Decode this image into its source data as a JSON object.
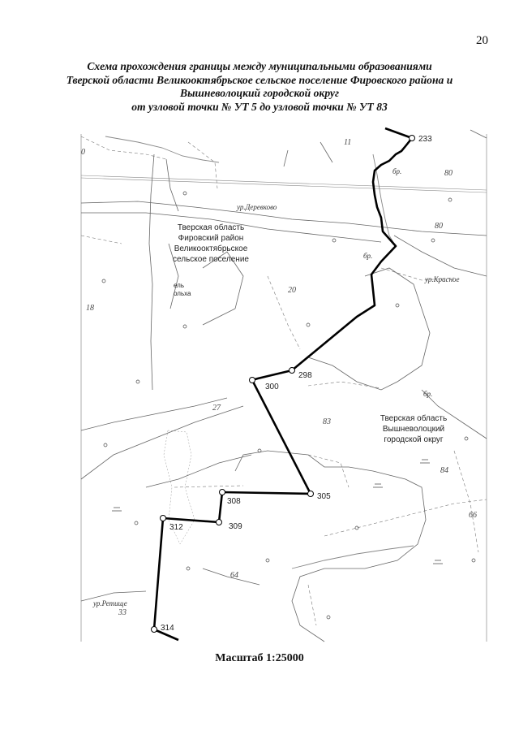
{
  "page": {
    "number": "20"
  },
  "title": {
    "lines": [
      "Схема прохождения границы между муниципальными образованиями",
      "Тверской области Великооктябрьское сельское поселение Фировского района и",
      "Вышневолоцкий городской округ",
      "от узловой точки № УТ 5 до узловой точки № УТ 83"
    ]
  },
  "regions": {
    "west": [
      "Тверская область",
      "Фировский район",
      "Великооктябрьское",
      "сельское поселение"
    ],
    "east": [
      "Тверская область",
      "Вышневолоцкий",
      "городской округ"
    ]
  },
  "points": [
    {
      "label": "233"
    },
    {
      "label": "298"
    },
    {
      "label": "300"
    },
    {
      "label": "305"
    },
    {
      "label": "308"
    },
    {
      "label": "309"
    },
    {
      "label": "312"
    },
    {
      "label": "314"
    }
  ],
  "map_labels": {
    "tract_derevkovo": "ур.Деревково",
    "tract_krasnoe": "ур.Красное",
    "tract_retische": "ур.Ретище",
    "ford_1": "бр.",
    "ford_2": "бр.",
    "ford_3": "бр.",
    "forest_el": "ель",
    "forest_olkha": "ольха",
    "quarter_numbers": [
      "0",
      "11",
      "80",
      "80",
      "18",
      "20",
      "27",
      "83",
      "84",
      "66",
      "64",
      "33"
    ]
  },
  "scale": {
    "label": "Масштаб 1:25000"
  }
}
